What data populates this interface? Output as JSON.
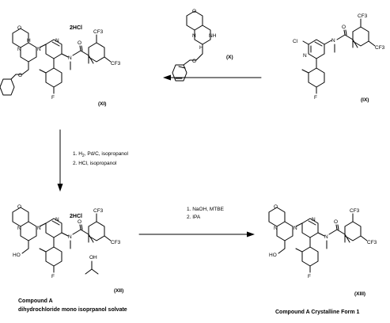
{
  "compounds": {
    "x": {
      "number": "(X)"
    },
    "ix": {
      "number": "(IX)"
    },
    "xi": {
      "number": "(XI)",
      "salt": "2HCl"
    },
    "xii": {
      "number": "(XII)",
      "salt": "2HCl",
      "caption_line1": "Compound A",
      "caption_line2": "dihydrochloride mono isoprpanol solvate"
    },
    "xiii": {
      "number": "(XIII)",
      "caption": "Compound A Crystalline Form 1"
    }
  },
  "atoms": {
    "O": "O",
    "N": "N",
    "NH": "NH",
    "H": "H",
    "F": "F",
    "Cl": "Cl",
    "CF3": "CF3",
    "HO": "HO",
    "OH": "OH"
  },
  "conditions": {
    "step1": {
      "line1_prefix": "1. H",
      "line1_sub": "2",
      "line1_suffix": ", Pd/C, isopropanol",
      "line2": "2. HCl, isopropanol"
    },
    "step2": {
      "line1": "1. NaOH, MTBE",
      "line2": "2. IPA"
    }
  },
  "colors": {
    "ink": "#000000",
    "background": "#ffffff"
  }
}
